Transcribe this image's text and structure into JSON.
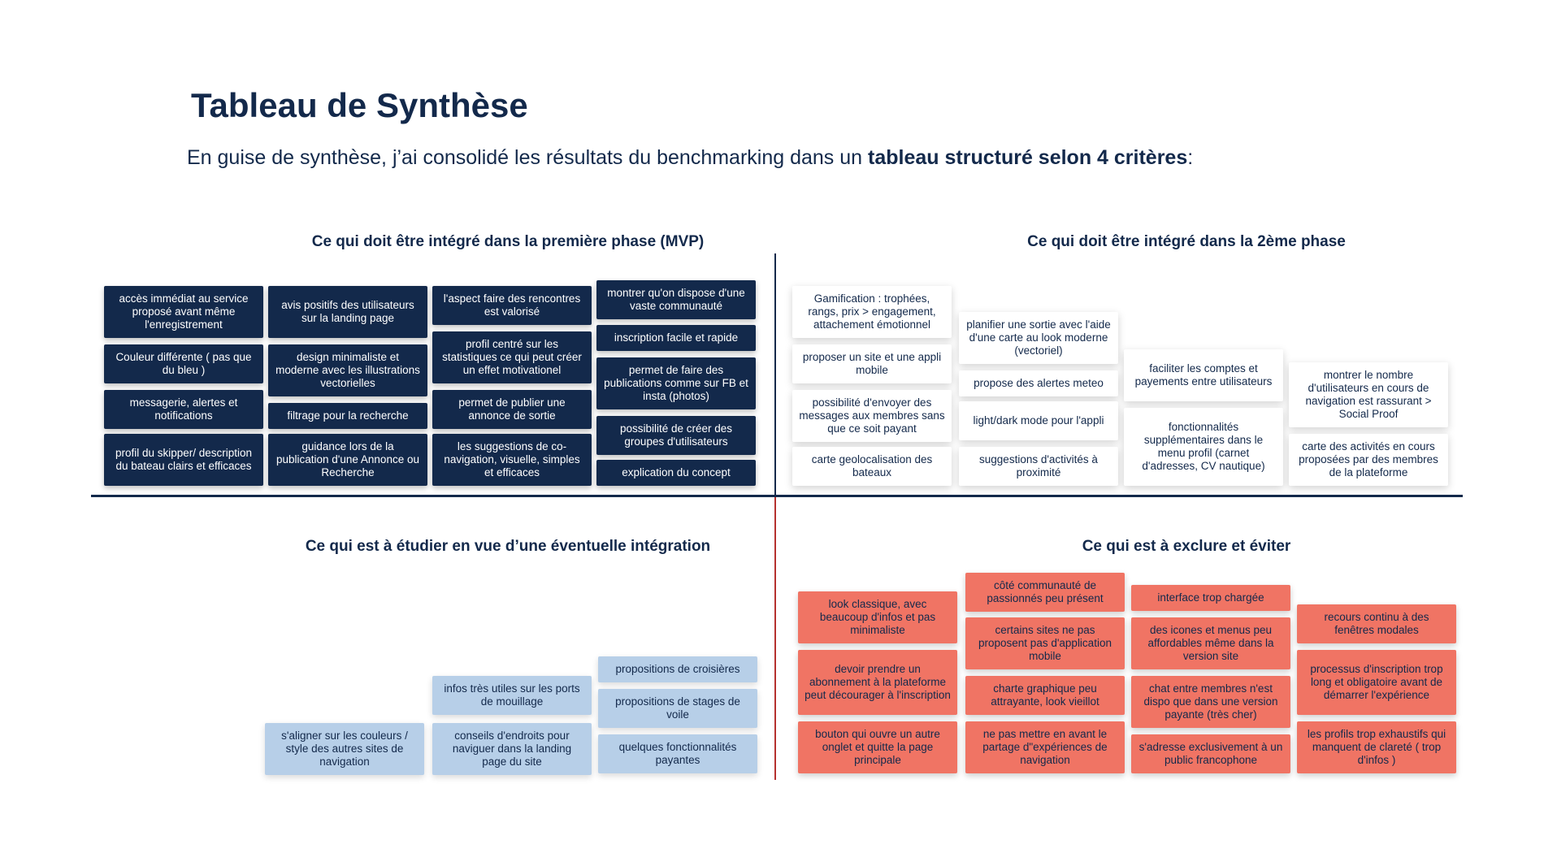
{
  "header": {
    "title": "Tableau de Synthèse",
    "subtitle_prefix": "En guise de synthèse, j’ai consolidé les résultats du benchmarking dans un ",
    "subtitle_bold": "tableau structuré selon 4 critères",
    "subtitle_suffix": ":"
  },
  "quadrants": {
    "mvp": {
      "title": "Ce qui doit être intégré dans la première phase (MVP)",
      "notes": [
        "accès immédiat au service proposé avant même l'enregistrement",
        "Couleur différente ( pas que du bleu )",
        "messagerie, alertes et notifications",
        "profil du skipper/ description du bateau clairs et efficaces",
        "avis positifs des utilisateurs sur la landing page",
        "design minimaliste et moderne avec les illustrations vectorielles",
        "filtrage pour la recherche",
        "guidance lors de la publication d'une Annonce ou Recherche",
        "l'aspect faire des rencontres est valorisé",
        "profil centré sur les statistiques ce qui peut créer un effet motivationel",
        "permet de publier une annonce de sortie",
        "les suggestions de co-navigation, visuelle, simples et efficaces",
        "montrer qu'on dispose d'une vaste communauté",
        "inscription facile et rapide",
        "permet de faire des publications comme sur FB et insta (photos)",
        "possibilité de créer des groupes d'utilisateurs",
        "explication du concept"
      ]
    },
    "phase2": {
      "title": "Ce qui doit être intégré dans la 2ème phase",
      "notes": [
        "Gamification : trophées, rangs, prix > engagement, attachement émotionnel",
        "proposer un site et une appli mobile",
        "possibilité d'envoyer des messages aux membres sans que ce soit payant",
        "carte geolocalisation des bateaux",
        "planifier une sortie avec l'aide d'une carte au look moderne (vectoriel)",
        "propose des alertes meteo",
        "light/dark mode pour l'appli",
        "suggestions d'activités à proximité",
        "faciliter les  comptes et payements entre utilisateurs",
        "fonctionnalités supplémentaires dans le menu  profil (carnet d'adresses, CV nautique)",
        "montrer le nombre d'utilisateurs en cours de navigation est rassurant > Social Proof",
        "carte des activités en cours proposées par des membres de la plateforme"
      ]
    },
    "study": {
      "title": "Ce qui est à étudier en vue d’une éventuelle intégration",
      "notes": [
        "s'aligner sur les couleurs / style des  autres sites de navigation",
        "infos très utiles sur les ports de mouillage",
        "conseils d'endroits pour naviguer dans la landing page du site",
        "propositions de croisières",
        "propositions de stages de voile",
        "quelques fonctionnalités payantes"
      ]
    },
    "exclude": {
      "title": "Ce qui est à exclure et éviter",
      "notes": [
        "look classique, avec beaucoup d'infos et pas minimaliste",
        "devoir prendre un abonnement à la plateforme peut décourager à l'inscription",
        "bouton qui ouvre un autre onglet et quitte la page principale",
        "côté communauté de passionnés peu présent",
        "certains sites ne pas proposent pas d'application mobile",
        "charte graphique peu attrayante, look vieillot",
        "ne pas mettre en avant le partage d\"expériences de navigation",
        "interface trop chargée",
        "des icones et menus peu affordables même dans la version site",
        "chat entre membres n'est dispo que dans une version payante (très cher)",
        "s'adresse exclusivement à un public francophone",
        "recours continu à des fenêtres modales",
        "processus d'inscription trop long et obligatoire avant de démarrer l'expérience",
        "les profils trop exhaustifs qui manquent de clareté ( trop d'infos )"
      ]
    }
  }
}
